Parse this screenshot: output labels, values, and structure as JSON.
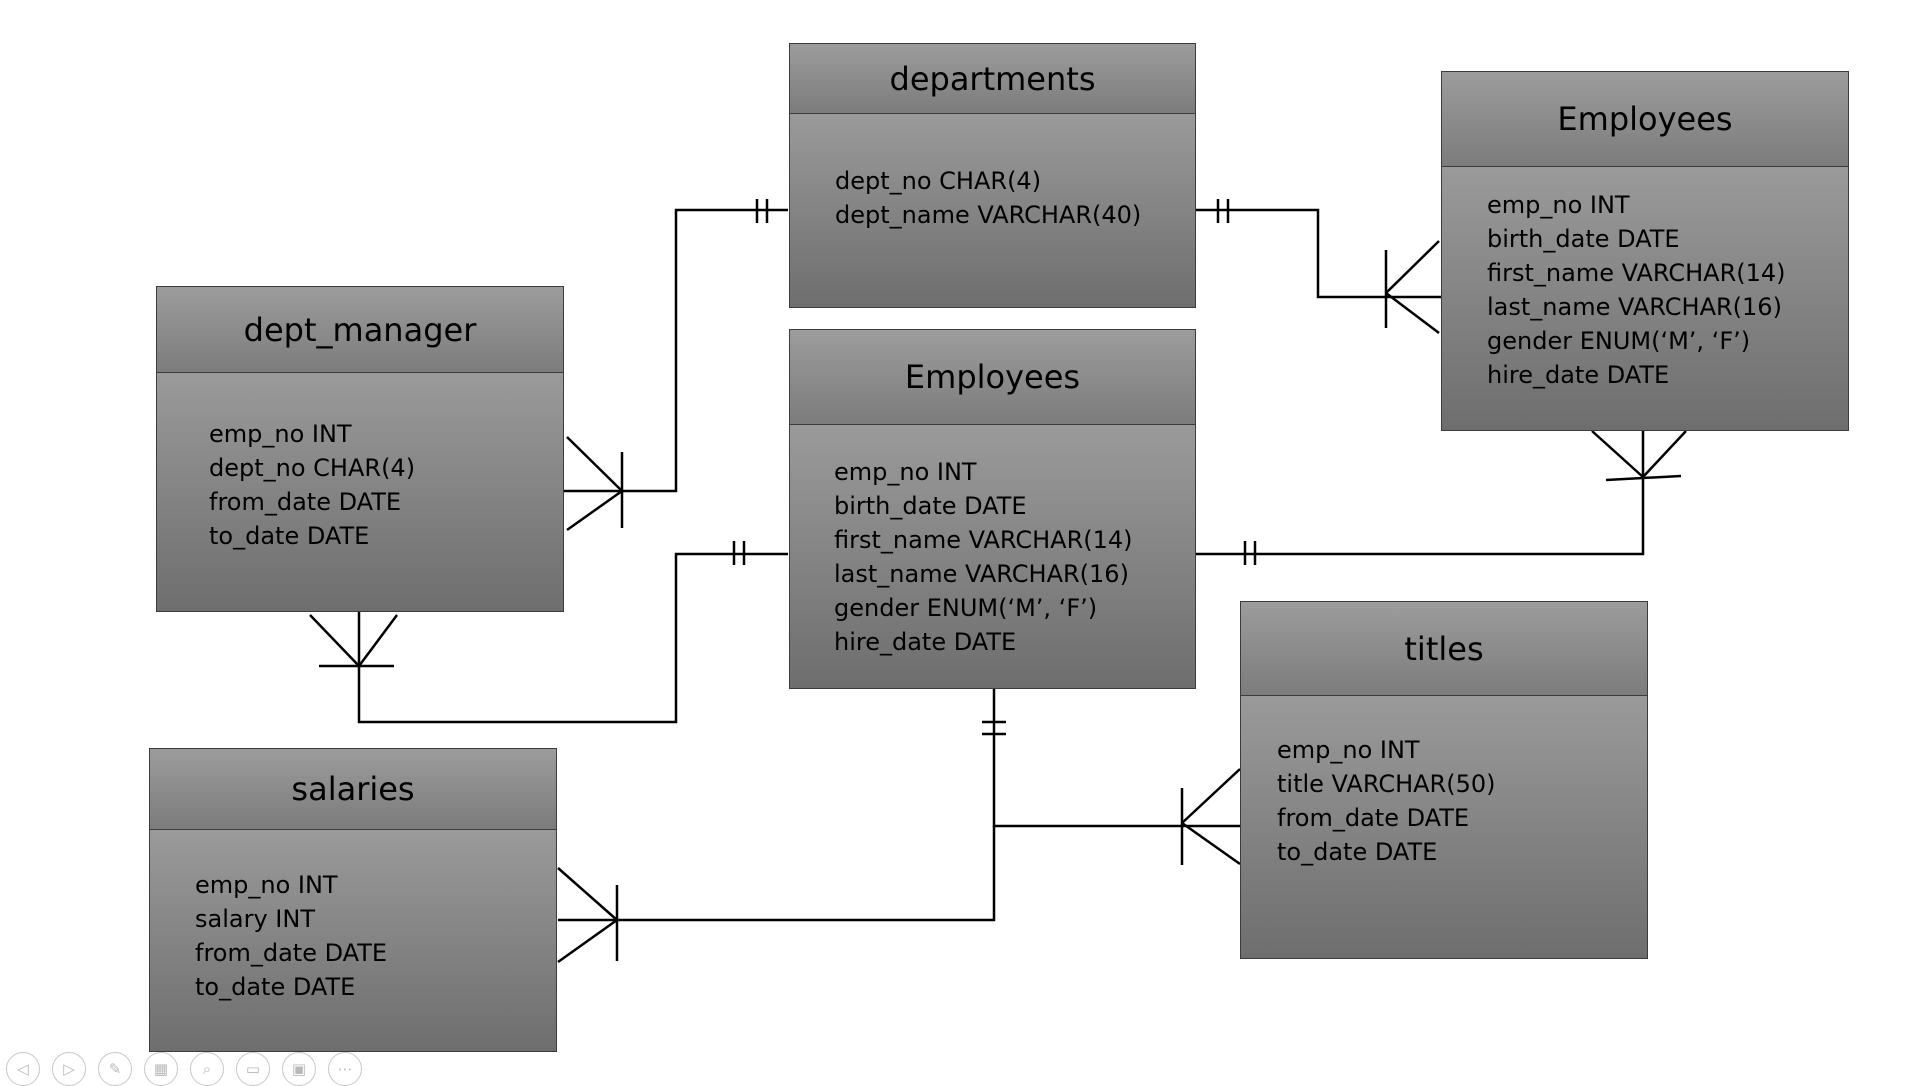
{
  "entities": {
    "departments": {
      "title": "departments",
      "fields": [
        "dept_no CHAR(4)",
        "dept_name VARCHAR(40)"
      ]
    },
    "employees_right": {
      "title": "Employees",
      "fields": [
        "emp_no INT",
        "birth_date DATE",
        "first_name VARCHAR(14)",
        "last_name VARCHAR(16)",
        "gender ENUM(‘M’, ‘F’)",
        "hire_date DATE"
      ]
    },
    "dept_manager": {
      "title": "dept_manager",
      "fields": [
        "emp_no INT",
        "dept_no CHAR(4)",
        "from_date DATE",
        "to_date DATE"
      ]
    },
    "employees_center": {
      "title": "Employees",
      "fields": [
        "emp_no INT",
        "birth_date DATE",
        "first_name VARCHAR(14)",
        "last_name VARCHAR(16)",
        "gender ENUM(‘M’, ‘F’)",
        "hire_date DATE"
      ]
    },
    "titles": {
      "title": "titles",
      "fields": [
        "emp_no INT",
        "title VARCHAR(50)",
        "from_date DATE",
        "to_date DATE"
      ]
    },
    "salaries": {
      "title": "salaries",
      "fields": [
        "emp_no INT",
        "salary INT",
        "from_date DATE",
        "to_date DATE"
      ]
    }
  },
  "relationships": [
    {
      "from": "departments",
      "to": "dept_manager",
      "from_cardinality": "one-and-only-one",
      "to_cardinality": "one-or-many"
    },
    {
      "from": "departments",
      "to": "employees_right",
      "from_cardinality": "one-and-only-one",
      "to_cardinality": "one-or-many"
    },
    {
      "from": "employees_center",
      "to": "dept_manager",
      "from_cardinality": "one-and-only-one",
      "to_cardinality": "one-or-many"
    },
    {
      "from": "employees_center",
      "to": "employees_right",
      "from_cardinality": "one-and-only-one",
      "to_cardinality": "one-or-many"
    },
    {
      "from": "employees_center",
      "to": "titles",
      "from_cardinality": "one-and-only-one",
      "to_cardinality": "one-or-many"
    },
    {
      "from": "employees_center",
      "to": "salaries",
      "from_cardinality": "one-and-only-one",
      "to_cardinality": "one-or-many"
    }
  ],
  "toolbar": {
    "buttons": [
      {
        "name": "previous-slide",
        "icon": "arrow-left-icon",
        "glyph": "◁"
      },
      {
        "name": "next-slide",
        "icon": "arrow-right-icon",
        "glyph": "▷"
      },
      {
        "name": "pen",
        "icon": "pen-icon",
        "glyph": "✎"
      },
      {
        "name": "see-all-slides",
        "icon": "grid-icon",
        "glyph": "▦"
      },
      {
        "name": "zoom",
        "icon": "magnifier-icon",
        "glyph": "⌕"
      },
      {
        "name": "subtitles",
        "icon": "subtitles-icon",
        "glyph": "▭"
      },
      {
        "name": "camera",
        "icon": "camera-off-icon",
        "glyph": "▣"
      },
      {
        "name": "more-options",
        "icon": "ellipsis-icon",
        "glyph": "⋯"
      }
    ]
  }
}
